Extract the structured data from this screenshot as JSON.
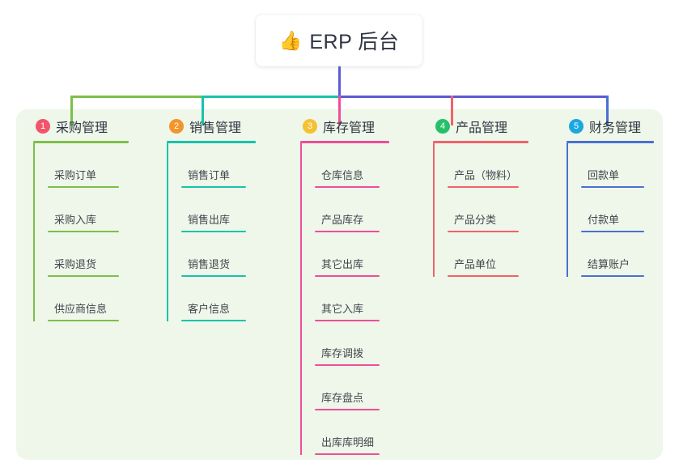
{
  "root": {
    "icon": "thumbs-up-icon",
    "emoji": "👍",
    "title": "ERP 后台"
  },
  "palette": {
    "panel_bg": "#eef7e9",
    "page_bg": "#ffffff",
    "text": "#2f3542",
    "leaf_text": "#41464f",
    "stem": "#5b5bd6",
    "green": "#7cbf4a",
    "teal": "#17c3ab",
    "pink": "#ef4d9a",
    "red": "#f4616b",
    "blue": "#4a6fd4"
  },
  "columns": [
    {
      "index": "1",
      "badge_color": "#f2556b",
      "line_color": "#7cbf4a",
      "title": "采购管理",
      "items": [
        {
          "label": "采购订单"
        },
        {
          "label": "采购入库"
        },
        {
          "label": "采购退货"
        },
        {
          "label": "供应商信息"
        }
      ]
    },
    {
      "index": "2",
      "badge_color": "#f4952b",
      "line_color": "#17c3ab",
      "title": "销售管理",
      "items": [
        {
          "label": "销售订单"
        },
        {
          "label": "销售出库"
        },
        {
          "label": "销售退货"
        },
        {
          "label": "客户信息"
        }
      ]
    },
    {
      "index": "3",
      "badge_color": "#f6c131",
      "line_color": "#ef4d9a",
      "title": "库存管理",
      "items": [
        {
          "label": "仓库信息"
        },
        {
          "label": "产品库存"
        },
        {
          "label": "其它出库"
        },
        {
          "label": "其它入库"
        },
        {
          "label": "库存调拨"
        },
        {
          "label": "库存盘点"
        },
        {
          "label": "出库库明细"
        }
      ]
    },
    {
      "index": "4",
      "badge_color": "#27c06a",
      "line_color": "#f4616b",
      "title": "产品管理",
      "items": [
        {
          "label": "产品（物料）"
        },
        {
          "label": "产品分类"
        },
        {
          "label": "产品单位"
        }
      ]
    },
    {
      "index": "5",
      "badge_color": "#1ba7e0",
      "line_color": "#4a6fd4",
      "title": "财务管理",
      "items": [
        {
          "label": "回款单"
        },
        {
          "label": "付款单"
        },
        {
          "label": "结算账户"
        }
      ]
    }
  ]
}
